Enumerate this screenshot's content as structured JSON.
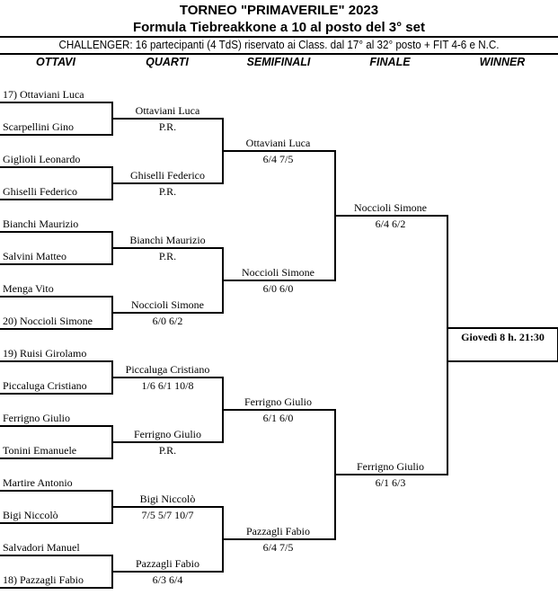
{
  "title": "TORNEO  \"PRIMAVERILE\"  2023",
  "subtitle": "Formula Tiebreakkone a 10 al posto del 3° set",
  "category": "CHALLENGER: 16 partecipanti (4 TdS) riservato ai Class. dal 17° al 32° posto + FIT 4-6 e N.C.",
  "columns": [
    "OTTAVI",
    "QUARTI",
    "SEMIFINALI",
    "FINALE",
    "WINNER"
  ],
  "ottavi": [
    "17) Ottaviani Luca",
    "Scarpellini Gino",
    "Giglioli Leonardo",
    "Ghiselli Federico",
    "Bianchi Maurizio",
    "Salvini Matteo",
    "Menga Vito",
    "20) Noccioli Simone",
    "19) Ruisi Girolamo",
    "Piccaluga Cristiano",
    "Ferrigno Giulio",
    "Tonini Emanuele",
    "Martire Antonio",
    "Bigi Niccolò",
    "Salvadori Manuel",
    "18) Pazzagli Fabio"
  ],
  "quarti": [
    {
      "name": "Ottaviani Luca",
      "score": "P.R."
    },
    {
      "name": "Ghiselli Federico",
      "score": "P.R."
    },
    {
      "name": "Bianchi Maurizio",
      "score": "P.R."
    },
    {
      "name": "Noccioli Simone",
      "score": "6/0  6/2"
    },
    {
      "name": "Piccaluga Cristiano",
      "score": "1/6  6/1  10/8"
    },
    {
      "name": "Ferrigno Giulio",
      "score": "P.R."
    },
    {
      "name": "Bigi Niccolò",
      "score": "7/5  5/7  10/7"
    },
    {
      "name": "Pazzagli Fabio",
      "score": "6/3  6/4"
    }
  ],
  "semifinali": [
    {
      "name": "Ottaviani Luca",
      "score": "6/4  7/5"
    },
    {
      "name": "Noccioli Simone",
      "score": "6/0  6/0"
    },
    {
      "name": "Ferrigno Giulio",
      "score": "6/1  6/0"
    },
    {
      "name": "Pazzagli Fabio",
      "score": "6/4  7/5"
    }
  ],
  "finale": [
    {
      "name": "Noccioli Simone",
      "score": "6/4  6/2"
    },
    {
      "name": "Ferrigno Giulio",
      "score": "6/1  6/3"
    }
  ],
  "winner": {
    "schedule": "Giovedì 8 h. 21:30"
  }
}
